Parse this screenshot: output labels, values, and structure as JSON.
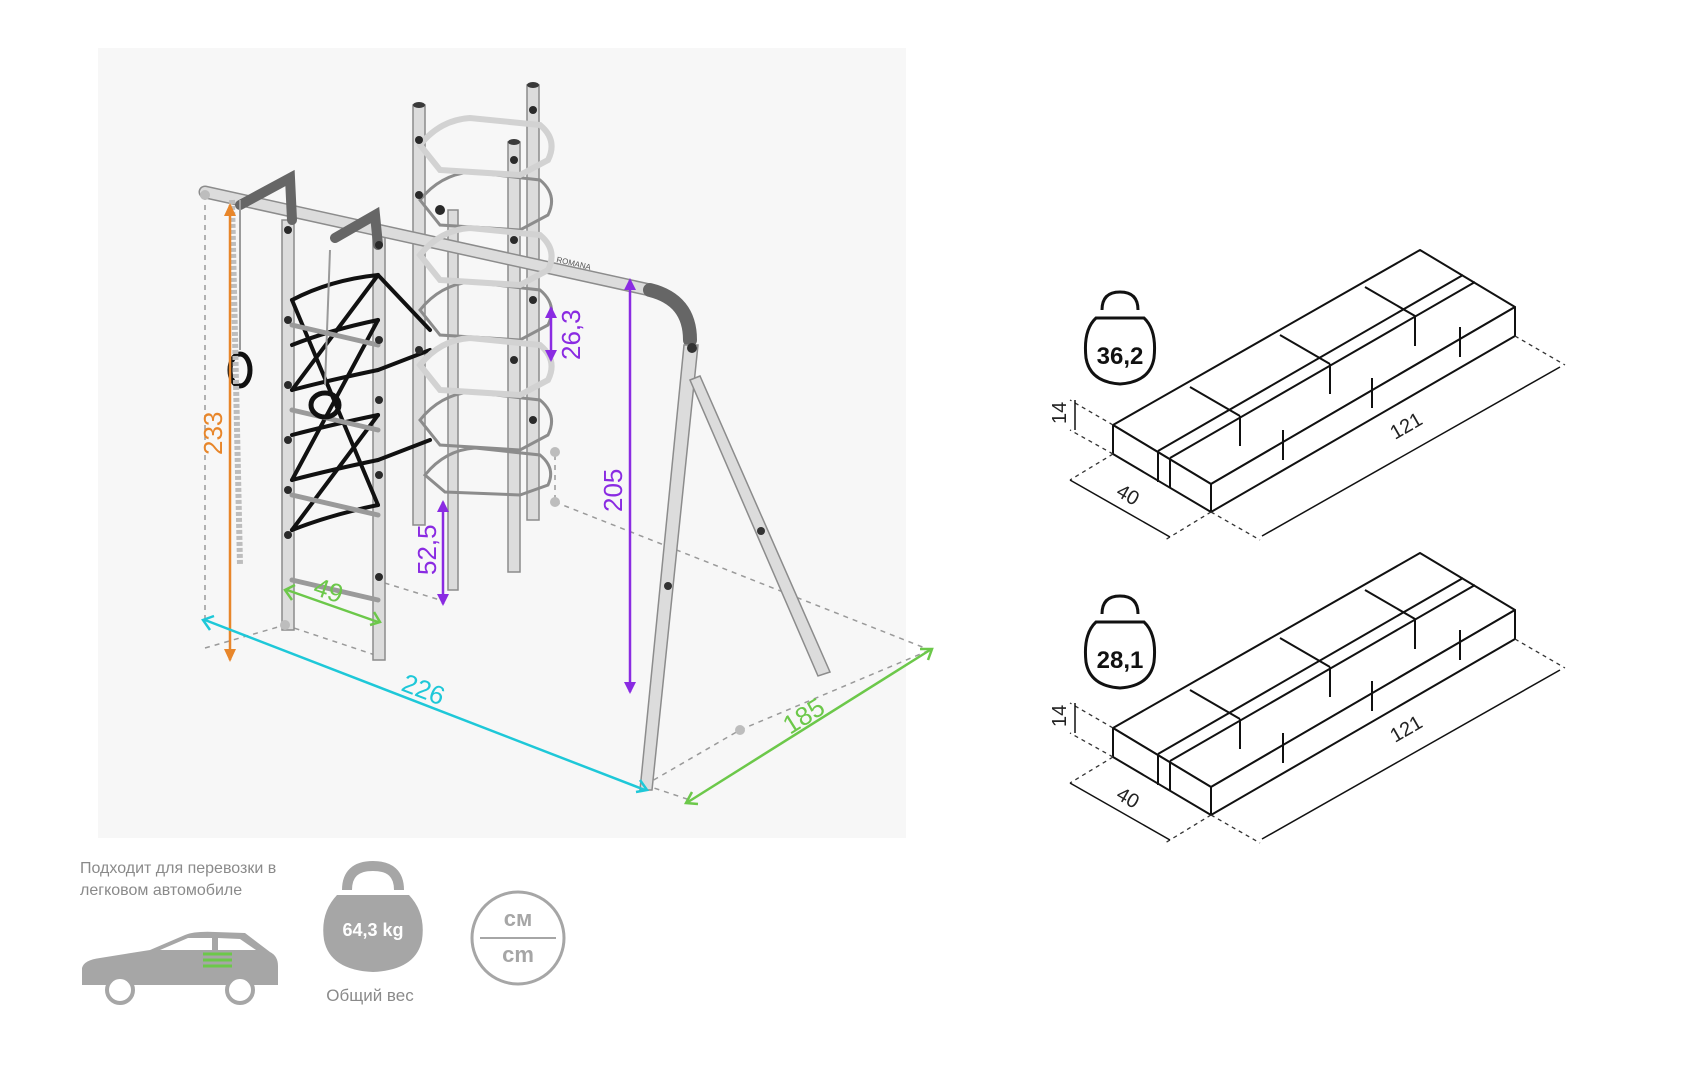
{
  "diagram": {
    "dimensions": {
      "height_rope": "233",
      "width_total": "226",
      "depth_total": "185",
      "ladder_width": "49",
      "ladder_step": "26,3",
      "step_height": "52,5",
      "swing_height": "205"
    },
    "brand_mark": "ROMANA"
  },
  "packages": [
    {
      "weight": "36,2",
      "height": "14",
      "width": "40",
      "length": "121"
    },
    {
      "weight": "28,1",
      "height": "14",
      "width": "40",
      "length": "121"
    }
  ],
  "footer": {
    "transport_text": "Подходит для перевозки в легковом автомобиле",
    "total_weight": "64,3 kg",
    "total_weight_caption": "Общий вес",
    "units_top": "см",
    "units_bottom": "cm"
  },
  "colors": {
    "orange": "#e8862a",
    "cyan": "#1ec8d8",
    "green": "#6cc84a",
    "purple": "#8a2be2",
    "grey_icon": "#9a9a9a",
    "frame": "#d6d6d6",
    "frame_edge": "#8c8c8c"
  }
}
